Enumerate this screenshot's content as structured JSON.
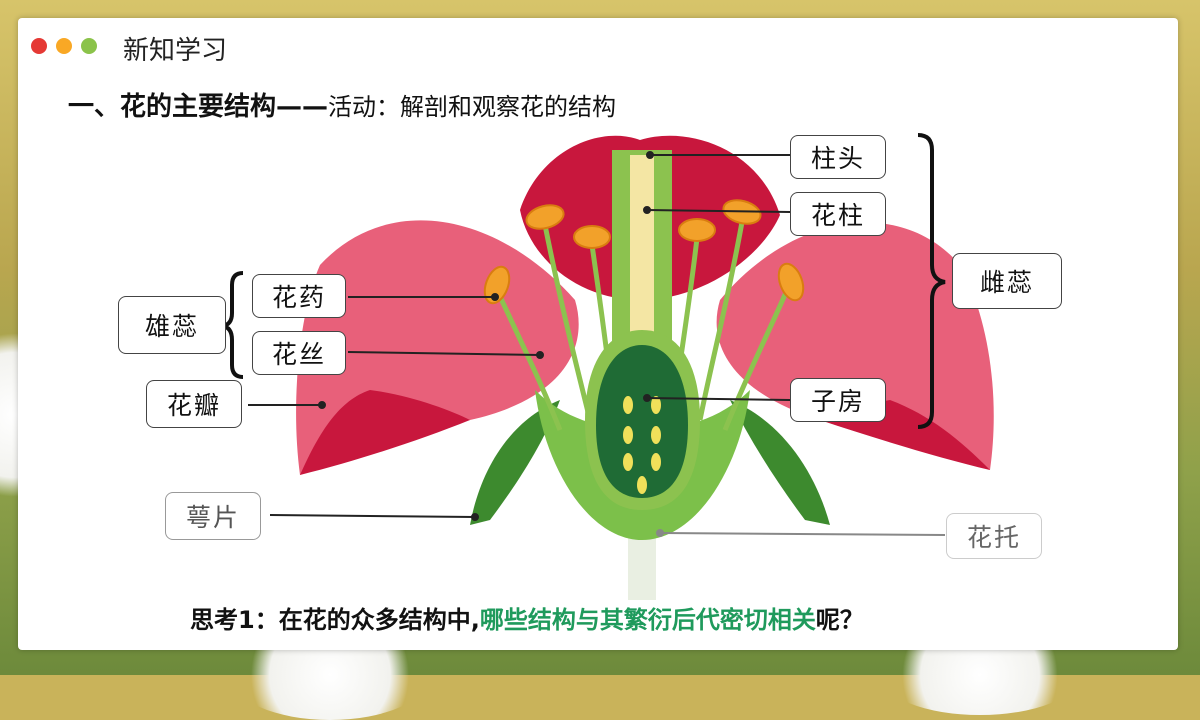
{
  "header": {
    "section_tag": "新知学习",
    "dot_colors": [
      "#e53935",
      "#f9a825",
      "#8bc34a"
    ]
  },
  "heading": {
    "title": "一、花的主要结构——",
    "subtitle": "活动：解剖和观察花的结构"
  },
  "diagram": {
    "labels": {
      "stigma": "柱头",
      "style": "花柱",
      "pistil": "雌蕊",
      "ovary": "子房",
      "anther": "花药",
      "filament": "花丝",
      "stamen": "雄蕊",
      "petal": "花瓣",
      "sepal": "萼片",
      "receptacle": "花托"
    },
    "colors": {
      "petal_light": "#e8607a",
      "petal_dark": "#c8173d",
      "stem_green": "#6db33f",
      "ovary_dark": "#1f6b35",
      "anther_orange": "#f2a12a"
    }
  },
  "question": {
    "prefix": "思考1：在花的众多结构中,",
    "highlight": "哪些结构与其繁衍后代密切相关",
    "suffix": "呢？"
  }
}
